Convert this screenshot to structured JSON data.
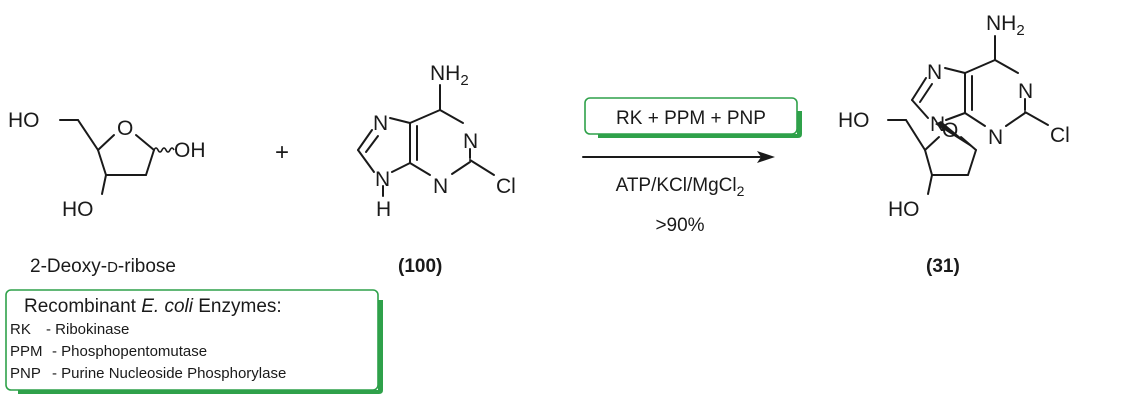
{
  "reactant1": {
    "atoms": {
      "ho_top": "HO",
      "o_ring": "O",
      "oh": "OH",
      "ho_bottom": "HO"
    },
    "caption": {
      "prefix": "2-Deoxy-",
      "small_caps": "D",
      "suffix": "-ribose"
    }
  },
  "plus": "+",
  "reactant2": {
    "atoms": {
      "nh2": "NH",
      "nh2_sub": "2",
      "n7": "N",
      "n1": "N",
      "n9": "N",
      "h": "H",
      "n3": "N",
      "cl": "Cl"
    },
    "label": "(100)"
  },
  "arrow": {
    "enzymes": "RK + PPM + PNP",
    "reagents_pre": "ATP/KCl/MgCl",
    "reagents_sub": "2",
    "yield": ">90%"
  },
  "product": {
    "atoms": {
      "nh2": "NH",
      "nh2_sub": "2",
      "n7": "N",
      "n1": "N",
      "n9": "N",
      "n3": "N",
      "cl": "Cl",
      "ho_top": "HO",
      "o_ring": "O",
      "ho_bottom": "HO"
    },
    "label": "(31)"
  },
  "legend": {
    "title_pre": "Recombinant ",
    "title_italic": "E. coli",
    "title_post": " Enzymes:",
    "items": [
      {
        "abbr": "RK",
        "desc": "- Ribokinase"
      },
      {
        "abbr": "PPM",
        "desc": "- Phosphopentomutase"
      },
      {
        "abbr": "PNP",
        "desc": "- Purine Nucleoside Phosphorylase"
      }
    ]
  },
  "colors": {
    "accent_green": "#2fa14a",
    "ink": "#1a1a1a",
    "background": "#ffffff"
  }
}
